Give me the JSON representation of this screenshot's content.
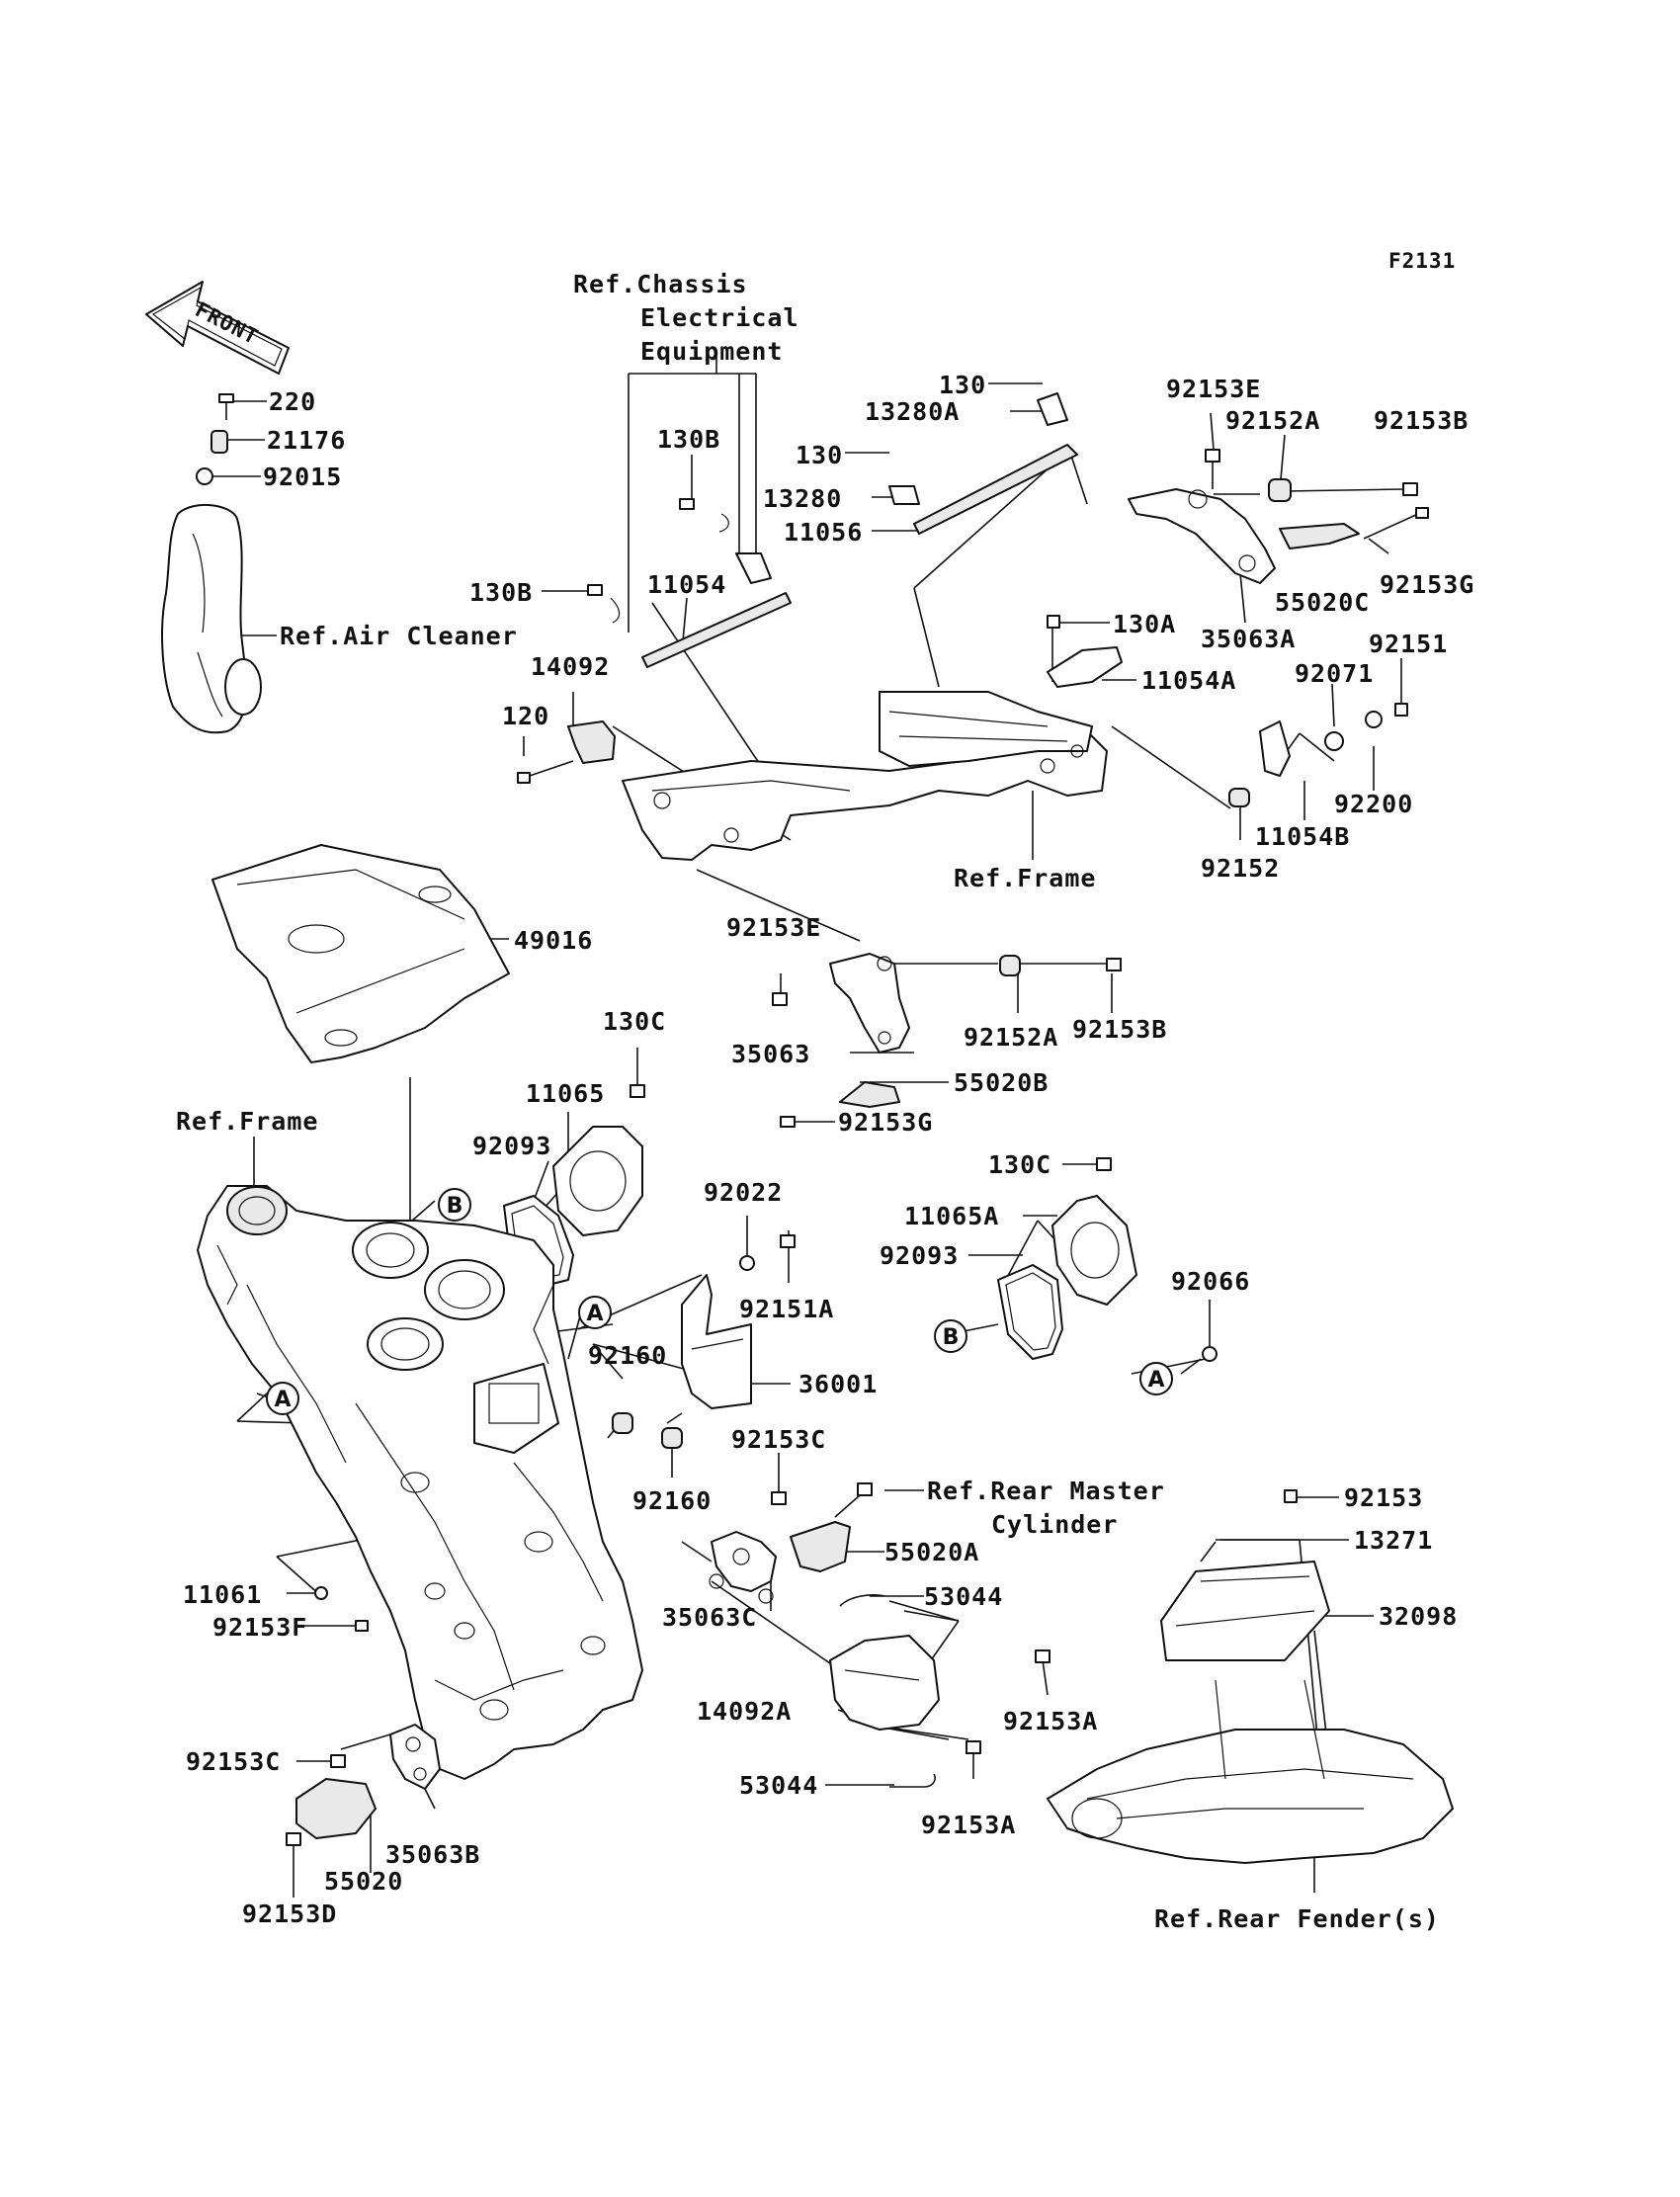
{
  "figure_code": "F2131",
  "front_arrow_label": "FRONT",
  "refs": {
    "chassis_1": "Ref.Chassis",
    "chassis_2": "Electrical",
    "chassis_3": "Equipment",
    "air_cleaner": "Ref.Air Cleaner",
    "frame_top": "Ref.Frame",
    "frame_left": "Ref.Frame",
    "rear_master_1": "Ref.Rear Master",
    "rear_master_2": "Cylinder",
    "rear_fender": "Ref.Rear Fender(s)"
  },
  "markers": {
    "a": "A",
    "b": "B"
  },
  "parts": {
    "p220": "220",
    "p21176": "21176",
    "p92015": "92015",
    "p130_a": "130",
    "p13280A": "13280A",
    "p130_b": "130",
    "p13280": "13280",
    "p11056": "11056",
    "p130B_a": "130B",
    "p130B_b": "130B",
    "p11054": "11054",
    "p14092": "14092",
    "p120": "120",
    "p92153E_a": "92153E",
    "p92152A_a": "92152A",
    "p92153B_a": "92153B",
    "p55020C": "55020C",
    "p92153G_a": "92153G",
    "p35063A": "35063A",
    "p130A": "130A",
    "p11054A": "11054A",
    "p92151": "92151",
    "p92071": "92071",
    "p92200": "92200",
    "p11054B": "11054B",
    "p92152": "92152",
    "p49016": "49016",
    "p92153E_b": "92153E",
    "p92152A_b": "92152A",
    "p92153B_b": "92153B",
    "p35063": "35063",
    "p55020B": "55020B",
    "p92153G_b": "92153G",
    "p130C_a": "130C",
    "p11065": "11065",
    "p92093_a": "92093",
    "p92022": "92022",
    "p92151A": "92151A",
    "p92160_a": "92160",
    "p36001": "36001",
    "p92160_b": "92160",
    "p130C_b": "130C",
    "p11065A": "11065A",
    "p92093_b": "92093",
    "p92066": "92066",
    "p92153C_a": "92153C",
    "p55020A": "55020A",
    "p53044_a": "53044",
    "p35063C": "35063C",
    "p14092A": "14092A",
    "p92153A_a": "92153A",
    "p53044_b": "53044",
    "p92153A_b": "92153A",
    "p92153": "92153",
    "p13271": "13271",
    "p32098": "32098",
    "p11061": "11061",
    "p92153F": "92153F",
    "p92153C_b": "92153C",
    "p55020": "55020",
    "p35063B": "35063B",
    "p92153D": "92153D"
  }
}
